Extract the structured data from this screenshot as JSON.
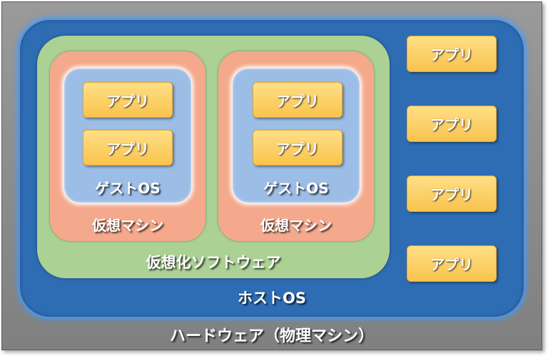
{
  "hardware": {
    "label": "ハードウェア（物理マシン）"
  },
  "host_os": {
    "label": "ホストOS",
    "apps": [
      "アプリ",
      "アプリ",
      "アプリ",
      "アプリ"
    ]
  },
  "virtualization_software": {
    "label": "仮想化ソフトウェア"
  },
  "virtual_machines": [
    {
      "label": "仮想マシン",
      "guest_os": {
        "label": "ゲストOS",
        "apps": [
          "アプリ",
          "アプリ"
        ]
      }
    },
    {
      "label": "仮想マシン",
      "guest_os": {
        "label": "ゲストOS",
        "apps": [
          "アプリ",
          "アプリ"
        ]
      }
    }
  ],
  "colors": {
    "hardware": "#8c8c8c",
    "host_os": "#2e6db4",
    "virtualization_software": "#abd195",
    "virtual_machine": "#f4a98d",
    "guest_os": "#9bbde6",
    "app": "#fbcd5e"
  }
}
